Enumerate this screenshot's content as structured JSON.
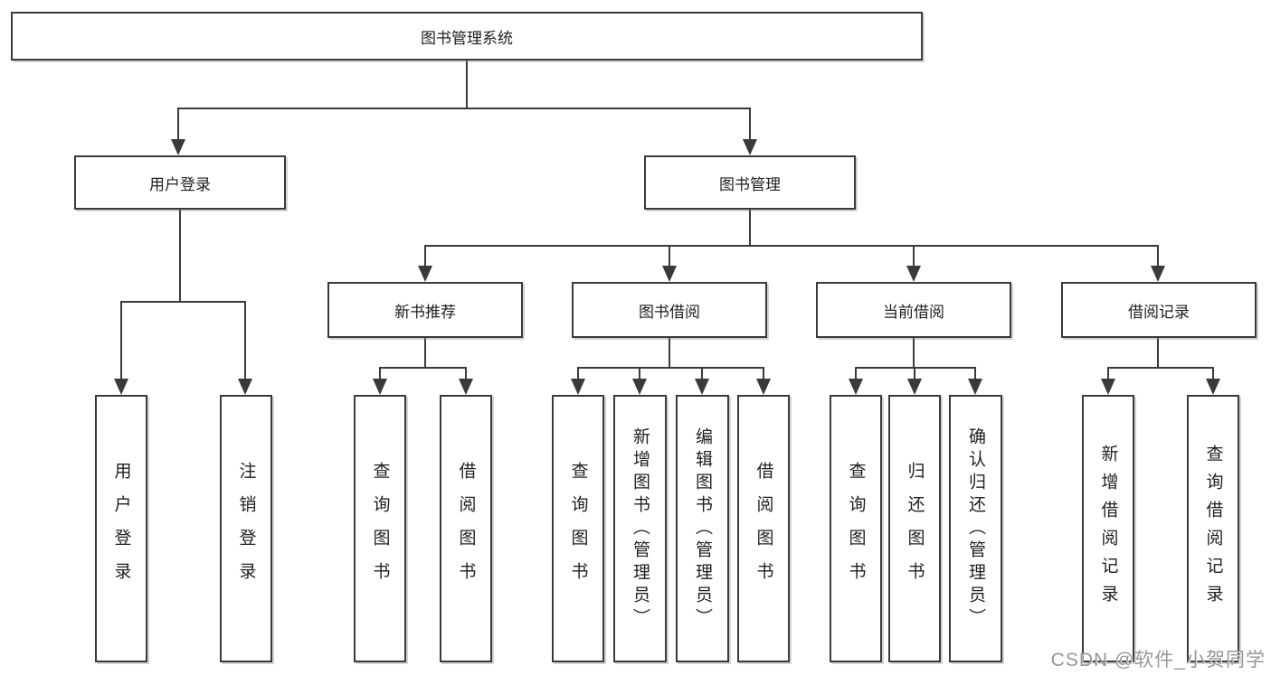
{
  "nodes": {
    "root": {
      "label": "图书管理系统"
    },
    "user_login": {
      "label": "用户登录",
      "children": [
        {
          "label": "用户登录"
        },
        {
          "label": "注销登录"
        }
      ]
    },
    "book_management": {
      "label": "图书管理"
    },
    "new_book_recommend": {
      "label": "新书推荐",
      "children": [
        {
          "label": "查询图书"
        },
        {
          "label": "借阅图书"
        }
      ]
    },
    "book_borrowing": {
      "label": "图书借阅",
      "children": [
        {
          "label": "查询图书"
        },
        {
          "label": "新增图书（管理员）"
        },
        {
          "label": "编辑图书（管理员）"
        },
        {
          "label": "借阅图书"
        }
      ]
    },
    "current_borrowing": {
      "label": "当前借阅",
      "children": [
        {
          "label": "查询图书"
        },
        {
          "label": "归还图书"
        },
        {
          "label": "确认归还（管理员）"
        }
      ]
    },
    "borrowing_records": {
      "label": "借阅记录",
      "children": [
        {
          "label": "新增借阅记录"
        },
        {
          "label": "查询借阅记录"
        }
      ]
    }
  },
  "watermark": {
    "text": "CSDN @软件_小贺同学"
  },
  "colors": {
    "line": "#3a3a3a",
    "box_border": "#3a3a3a",
    "text": "#1f1f1f",
    "background": "#ffffff",
    "watermark": "#969696"
  }
}
